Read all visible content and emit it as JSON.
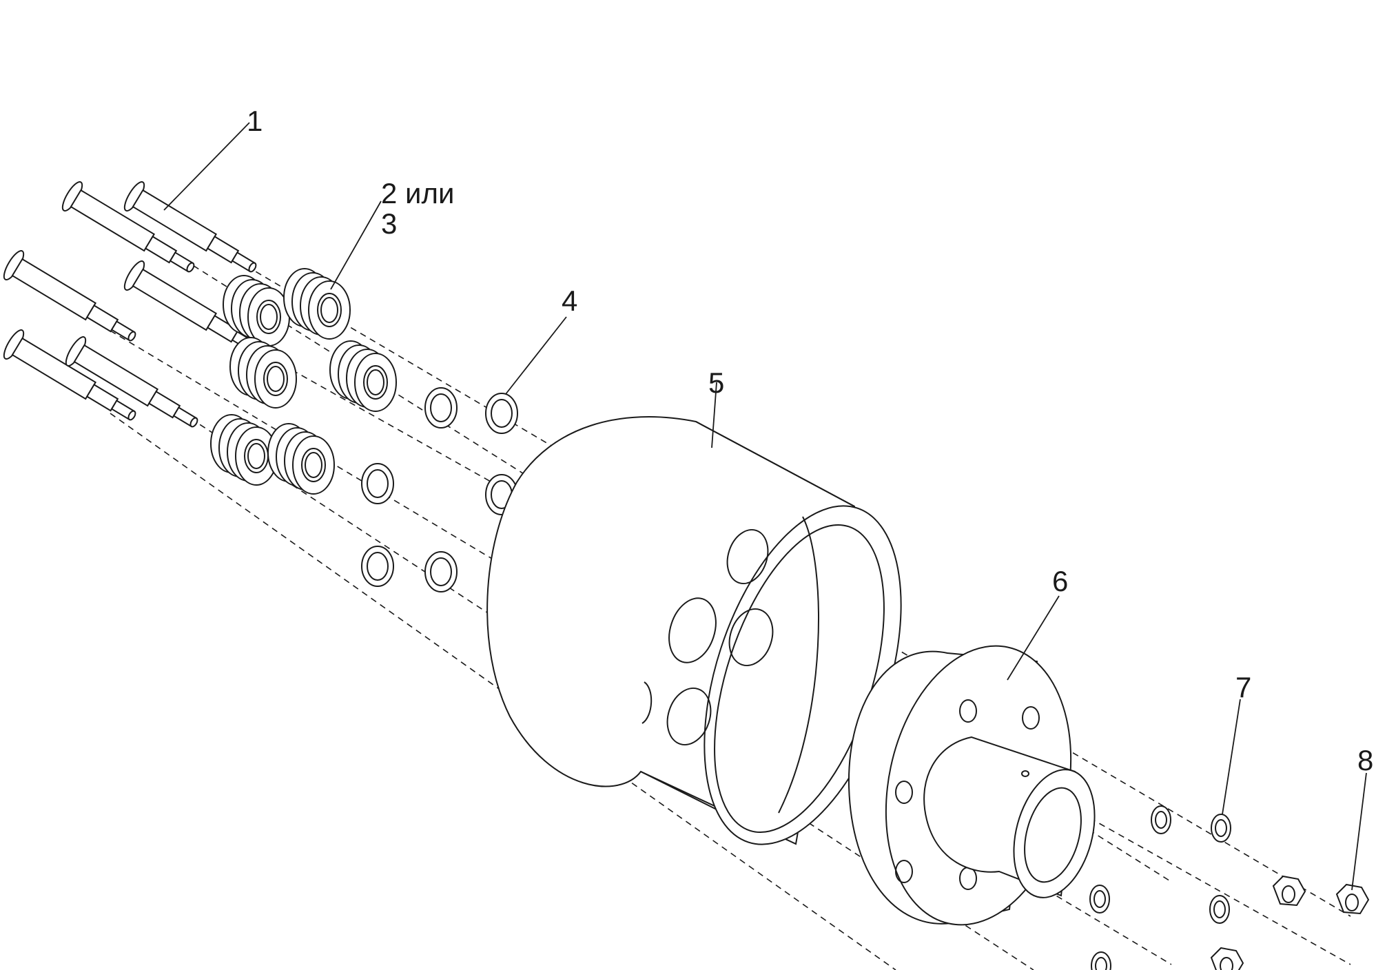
{
  "labels": {
    "part_1": "1",
    "part_2_3": "2 или\n3",
    "part_4": "4",
    "part_5": "5",
    "part_6": "6",
    "part_7": "7",
    "part_8": "8"
  }
}
